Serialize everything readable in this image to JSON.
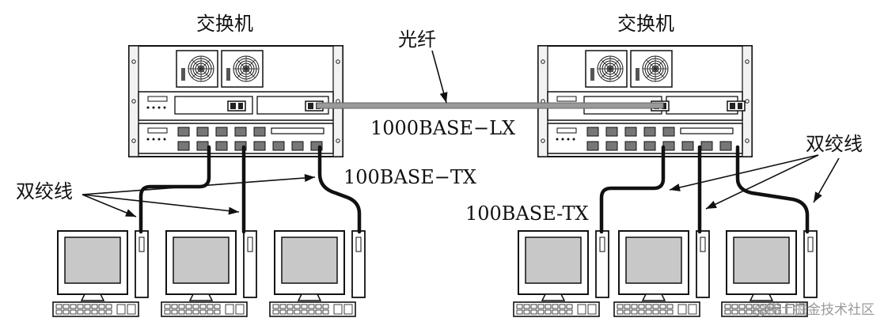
{
  "labels": {
    "switch_left": "交换机",
    "switch_right": "交换机",
    "fiber": "光纤",
    "fiber_standard": "1000BASE−LX",
    "twisted_pair_left": "双绞线",
    "twisted_pair_right": "双绞线",
    "tx_left": "100BASE−TX",
    "tx_right": "100BASE-TX"
  },
  "watermark": "@稀土掘金技术社区",
  "colors": {
    "outline": "#111111",
    "fiber": "#9a9a9a",
    "screen": "#c8c8c8",
    "background": "#ffffff"
  },
  "icons": {
    "switch": "rack-switch-icon",
    "computer": "desktop-computer-icon",
    "fan": "fan-icon"
  }
}
